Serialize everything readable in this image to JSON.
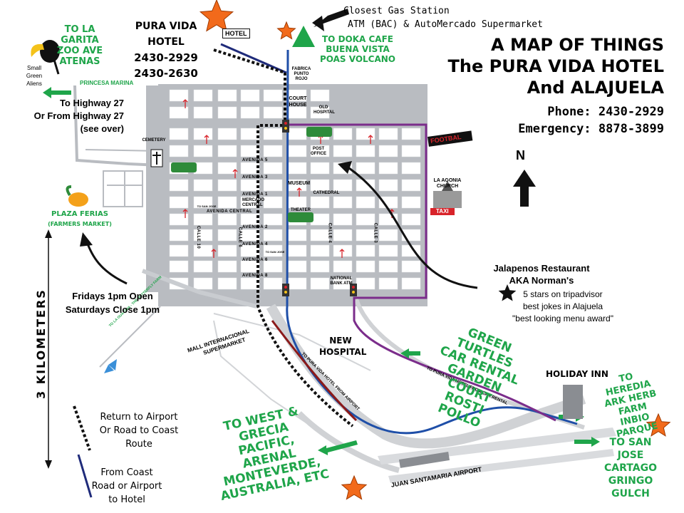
{
  "title": {
    "line1": "A MAP OF THINGS",
    "line2": "The PURA VIDA HOTEL",
    "line3": "And ALAJUELA",
    "phone": "Phone: 2430-2929",
    "emergency": "Emergency: 8878-3899"
  },
  "north": "N",
  "hotel": {
    "name": "PURA VIDA HOTEL",
    "phone1": "2430-2929",
    "phone2": "2430-2630",
    "sign": "HOTEL"
  },
  "gas": {
    "line1": "Closest Gas Station",
    "line2": "ATM (BAC) & AutoMercado Supermarket"
  },
  "garita": {
    "l1": "TO LA GARITA",
    "l2": "ZOO AVE",
    "l3": "ATENAS"
  },
  "doka": {
    "l1": "TO DOKA CAFE",
    "l2": "BUENA VISTA",
    "l3": "POAS VOLCANO"
  },
  "aliens": {
    "l1": "Small",
    "l2": "Green",
    "l3": "Aliens"
  },
  "princesa": "PRINCESA MARINA",
  "highway": {
    "l1": "To Highway 27",
    "l2": "Or From Highway 27",
    "l3": "(see over)"
  },
  "labels": {
    "fabrica": "FABRICA PUNTO ROJO",
    "courthouse": "COURT HOUSE",
    "old_hospital": "OLD HOSPITAL",
    "cemetery": "CEMETERY",
    "post_office": "POST OFFICE",
    "museum": "MUSEUM",
    "cathedral": "CATHEDRAL",
    "theater": "THEATER",
    "mercado": "MERCADO CENTRAL",
    "to_san_jose": "TO SAN JOSE",
    "national_bank": "NATIONAL BANK ATM",
    "football": "FOOTBAL",
    "agonia": "LA AGONIA CHURCH",
    "taxi": "TAXI",
    "plaza1": "PLAZA FERIAS",
    "plaza2": "(FARMERS MARKET)",
    "guacima": "TO LA GUACIMA - THE BUTTERFLY FARM",
    "new_hospital1": "NEW",
    "new_hospital2": "HOSPITAL",
    "mall1": "MALL INTERNACIONAL",
    "mall2": "SUPERMARKET",
    "route_airport": "TO PURA VIDA HOTEL FROM AIRPORT",
    "route_car": "TO PURA VIDA HOTEL FROM CAR RENTAL",
    "holiday_inn": "HOLIDAY INN",
    "airport": "JUAN SANTAMARIA AIRPORT"
  },
  "streets": {
    "av5": "AVENIDA 5",
    "av3": "AVENIDA 3",
    "av1": "AVENIDA 1",
    "avc": "AVENIDA CENTRAL",
    "av2": "AVENIDA 2",
    "av4": "AVENIDA 4",
    "av6": "AVENIDA 6",
    "av8": "AVENIDA 8",
    "c10": "CALLE 10",
    "c6": "CALLE 6",
    "c4": "CALLE 4",
    "c3": "CALLE 3"
  },
  "markets": {
    "l1": "Fridays 1pm Open",
    "l2": "Saturdays Close 1pm"
  },
  "jalapenos": {
    "l1": "Jalapenos Restaurant",
    "l2": "AKA Norman's",
    "l3": "5 stars on tripadvisor",
    "l4": "best jokes in Alajuela",
    "l5": "\"best  looking menu award\""
  },
  "rentals": {
    "l1": "GREEN TURTLES",
    "l2": "CAR RENTAL",
    "l3": "GARDEN COURT",
    "l4": "ROSTI POLLO"
  },
  "heredia": {
    "l1": "TO HEREDIA",
    "l2": "ARK HERB FARM",
    "l3": "INBIO PARQUE"
  },
  "sanjose": {
    "l1": "TO SAN JOSE",
    "l2": "CARTAGO",
    "l3": "GRINGO GULCH"
  },
  "west": {
    "l1": "TO WEST & GRECIA",
    "l2": "PACIFIC, ARENAL",
    "l3": "MONTEVERDE,",
    "l4": "AUSTRALIA, ETC"
  },
  "scale": "3 KILOMETERS",
  "legend": {
    "dotted1": "Return to Airport",
    "dotted2": "Or Road to Coast",
    "dotted3": "Route",
    "solid1": "From Coast",
    "solid2": "Road or Airport",
    "solid3": "to Hotel"
  },
  "colors": {
    "green": "#1fa54a",
    "blue_route": "#1f4fa8",
    "purple_route": "#7b2d8b",
    "red_route": "#8b1a1a",
    "star": "#f26a1b",
    "grid_gray": "#b9bcc1"
  }
}
